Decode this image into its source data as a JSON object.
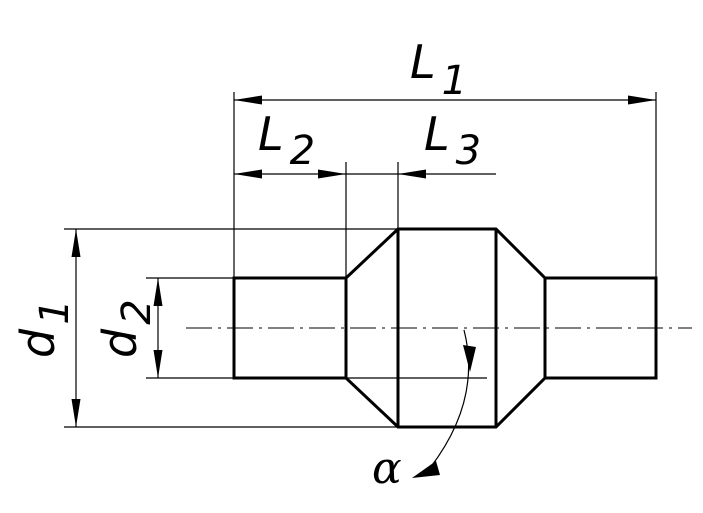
{
  "labels": {
    "L1": {
      "main": "L",
      "sub": "1"
    },
    "L2": {
      "main": "L",
      "sub": "2"
    },
    "L3": {
      "main": "L",
      "sub": "3"
    },
    "d1": {
      "main": "d",
      "sub": "1"
    },
    "d2": {
      "main": "d",
      "sub": "2"
    },
    "alpha": "α"
  }
}
